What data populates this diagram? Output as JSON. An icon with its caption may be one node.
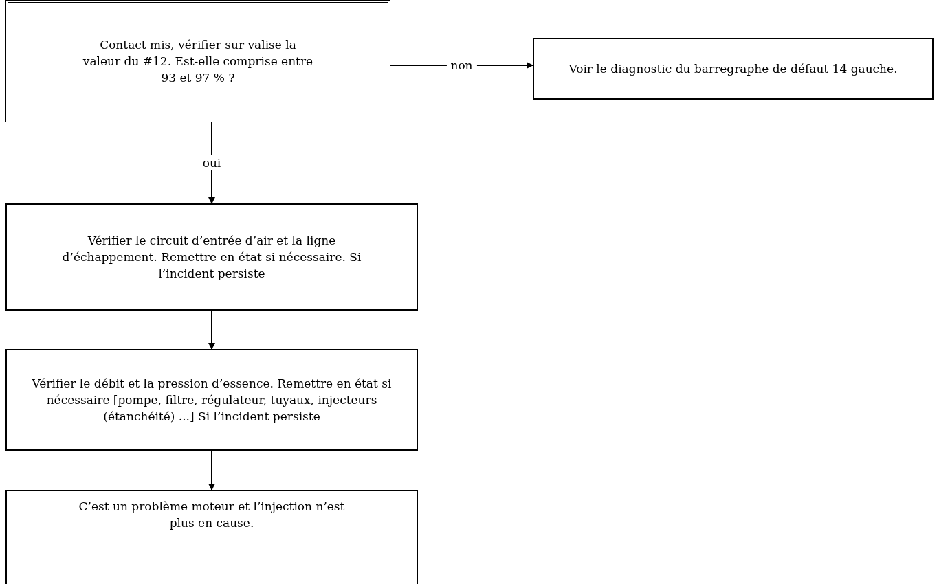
{
  "diagram": {
    "nodes": [
      {
        "text": [
          "Contact mis, vérifier sur valise la valeur du #12. Est-elle comprise entre 93 et 97 % ?"
        ]
      },
      {
        "text": [
          "Voir le diagnostic du barregraphe de défaut 14 gauche."
        ]
      },
      {
        "text": [
          "Vérifier le circuit d’entrée d’air et la ligne d’échappement. Remettre en état si nécessaire. Si l’incident persiste"
        ]
      },
      {
        "text": [
          "Vérifier le débit et la pression d’essence. Remettre en état si nécessaire [pompe, filtre, régulateur, tuyaux, injecteurs (étanchéité) ...] Si l’incident persiste"
        ]
      },
      {
        "text": [
          "C’est un problème moteur et l’injection n’est plus en cause."
        ]
      }
    ],
    "edges": [
      {
        "from": 0,
        "to": 1,
        "arrow": "to",
        "label": "non"
      },
      {
        "from": 0,
        "to": 2,
        "arrow": "to",
        "label": "oui"
      },
      {
        "from": 2,
        "to": 3,
        "arrow": "to"
      },
      {
        "from": 3,
        "to": 4,
        "arrow": "to"
      }
    ]
  }
}
